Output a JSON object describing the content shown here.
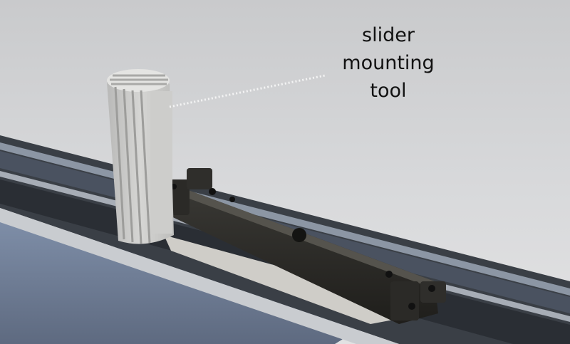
{
  "callout": {
    "lines": [
      "slider",
      "mounting",
      "tool"
    ]
  },
  "colors": {
    "background": "#d6d7d9",
    "track_frame": "#2f3338",
    "track_glass": "#6f7c92",
    "slider_bar": "#2b2a27",
    "tool_body": "#c8c8c6",
    "leader_line": "#f4f4f4"
  }
}
